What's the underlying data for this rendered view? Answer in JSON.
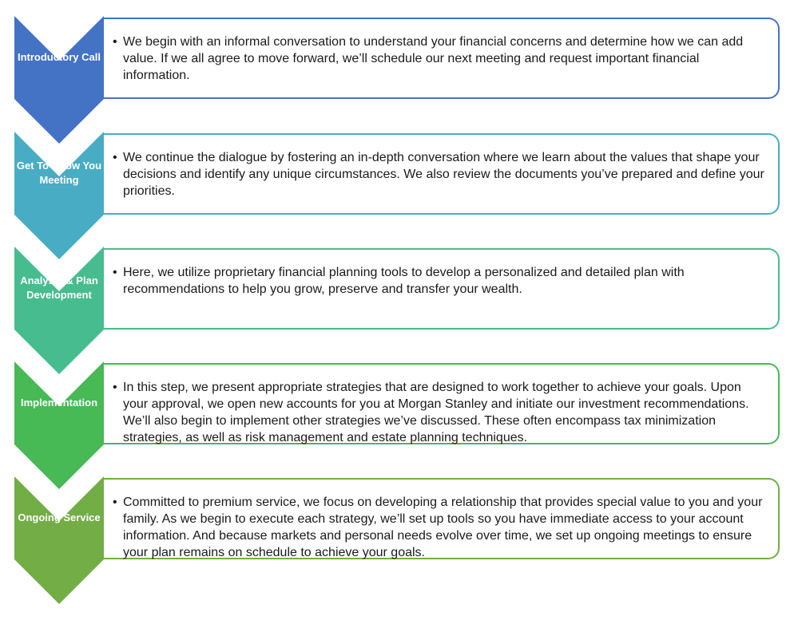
{
  "steps": [
    {
      "label": "Introductory Call",
      "color": "#4472c4",
      "text": "We begin with an informal conversation to understand your financial concerns and determine how we can add value. If we all agree to move forward, we’ll schedule our next meeting and request important financial information."
    },
    {
      "label": "Get To Know You Meeting",
      "color": "#48adc4",
      "text": "We continue the dialogue by fostering an in-depth conversation where we learn about the values that shape your decisions and identify any unique circumstances. We also review the documents you’ve prepared and define your priorities."
    },
    {
      "label": "Analysis & Plan Development",
      "color": "#47bd8f",
      "text": "Here, we utilize proprietary financial planning tools to develop a personalized and detailed plan with recommendations to help you grow, preserve and transfer your wealth."
    },
    {
      "label": "Implementation",
      "color": "#47b955",
      "text": "In this step, we present appropriate strategies that are designed to work together to achieve your goals. Upon your approval, we open new accounts for you at Morgan Stanley and initiate our investment recommendations. We’ll also begin to implement other strategies we’ve discussed. These often encompass tax minimization strategies, as well as risk management and estate planning techniques."
    },
    {
      "label": "Ongoing Service",
      "color": "#73ad46",
      "text": "Committed to premium service, we focus on developing a relationship that provides special value to you and your family. As we begin to execute each strategy, we’ll set up tools so you have immediate access to your account information. And because markets and personal needs evolve over time, we set up ongoing meetings to ensure your plan remains on schedule to achieve your goals."
    }
  ]
}
